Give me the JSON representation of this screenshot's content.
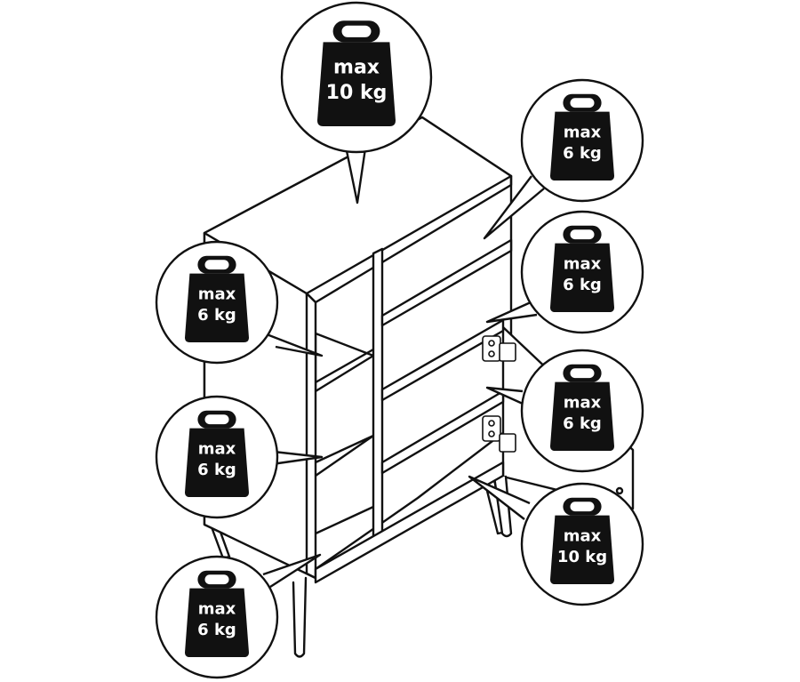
{
  "colors": {
    "line": "#111111",
    "weight_fill": "#111111",
    "weight_text": "#ffffff",
    "background": "#ffffff"
  },
  "weights": [
    {
      "id": "top",
      "line1": "max",
      "line2": "10 kg"
    },
    {
      "id": "right-top",
      "line1": "max",
      "line2": "6 kg"
    },
    {
      "id": "right-2",
      "line1": "max",
      "line2": "6 kg"
    },
    {
      "id": "right-3",
      "line1": "max",
      "line2": "6 kg"
    },
    {
      "id": "right-bottom",
      "line1": "max",
      "line2": "10 kg"
    },
    {
      "id": "left-top",
      "line1": "max",
      "line2": "6 kg"
    },
    {
      "id": "left-middle",
      "line1": "max",
      "line2": "6 kg"
    },
    {
      "id": "left-bottom",
      "line1": "max",
      "line2": "6 kg"
    }
  ]
}
